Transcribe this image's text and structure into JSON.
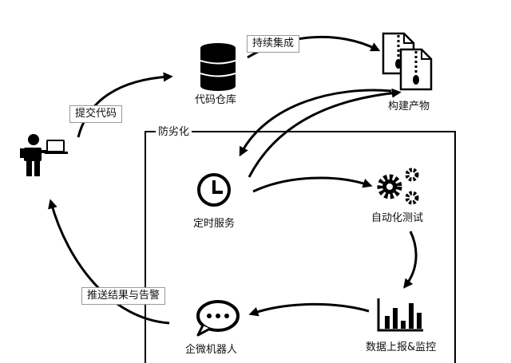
{
  "nodes": {
    "code_repo": "代码仓库",
    "build_artifact": "构建产物",
    "scheduled_service": "定时服务",
    "auto_test": "自动化测试",
    "data_report": "数据上报&监控",
    "wecom_bot": "企微机器人"
  },
  "edges": {
    "submit_code": "提交代码",
    "continuous_integration": "持续集成",
    "push_results": "推送结果与告警"
  },
  "region": {
    "label": "防劣化"
  },
  "icons": [
    "developer-laptop-icon",
    "database-icon",
    "zip-file-icon",
    "clock-icon",
    "gears-icon",
    "bar-chart-icon",
    "chat-bubble-icon"
  ]
}
